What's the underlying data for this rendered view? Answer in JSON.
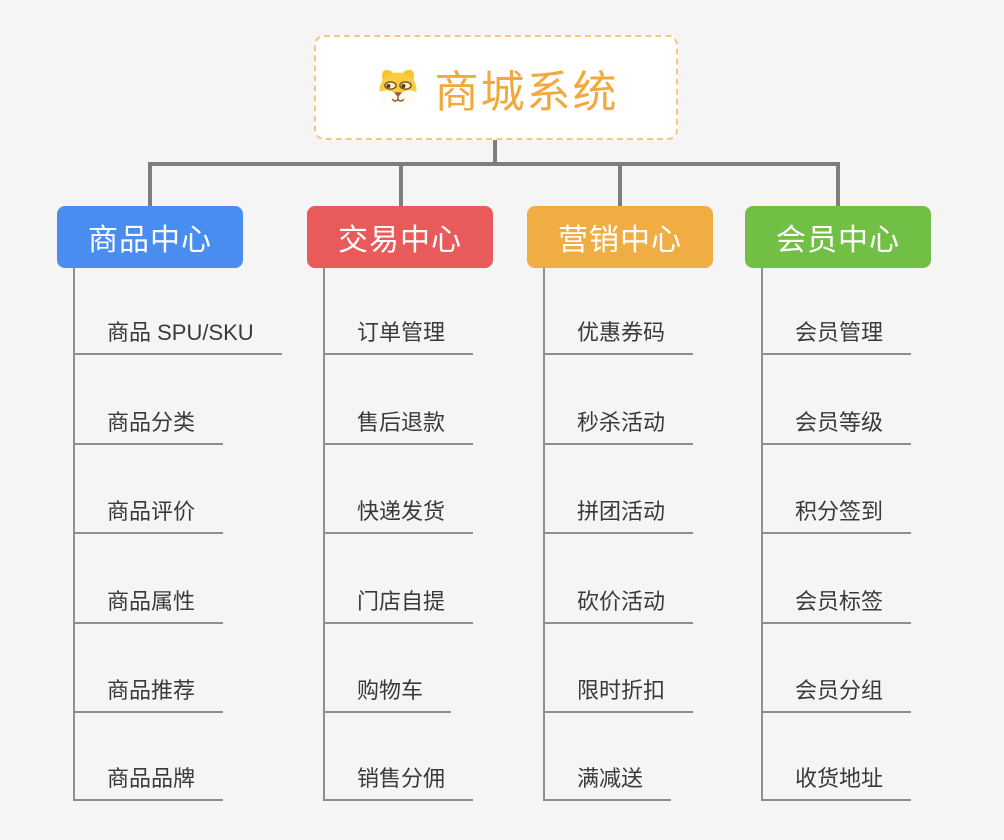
{
  "canvas": {
    "background": "#F5F5F5",
    "connector_color": "#7E7E7E",
    "underline_color": "#8F8F8F",
    "item_text_color": "#3A3A3A"
  },
  "root": {
    "label": "商城系统",
    "icon": "dog-face",
    "text_color": "#F2A93B",
    "border_color": "#F6C77E",
    "background": "#FFFFFF"
  },
  "branches": [
    {
      "id": "product-center",
      "label": "商品中心",
      "color": "#4A8DF0",
      "items": [
        "商品 SPU/SKU",
        "商品分类",
        "商品评价",
        "商品属性",
        "商品推荐",
        "商品品牌"
      ]
    },
    {
      "id": "trade-center",
      "label": "交易中心",
      "color": "#E95B5B",
      "items": [
        "订单管理",
        "售后退款",
        "快递发货",
        "门店自提",
        "购物车",
        "销售分佣"
      ]
    },
    {
      "id": "marketing-center",
      "label": "营销中心",
      "color": "#EFAD43",
      "items": [
        "优惠券码",
        "秒杀活动",
        "拼团活动",
        "砍价活动",
        "限时折扣",
        "满减送"
      ]
    },
    {
      "id": "member-center",
      "label": "会员中心",
      "color": "#72BF46",
      "items": [
        "会员管理",
        "会员等级",
        "积分签到",
        "会员标签",
        "会员分组",
        "收货地址"
      ]
    }
  ]
}
